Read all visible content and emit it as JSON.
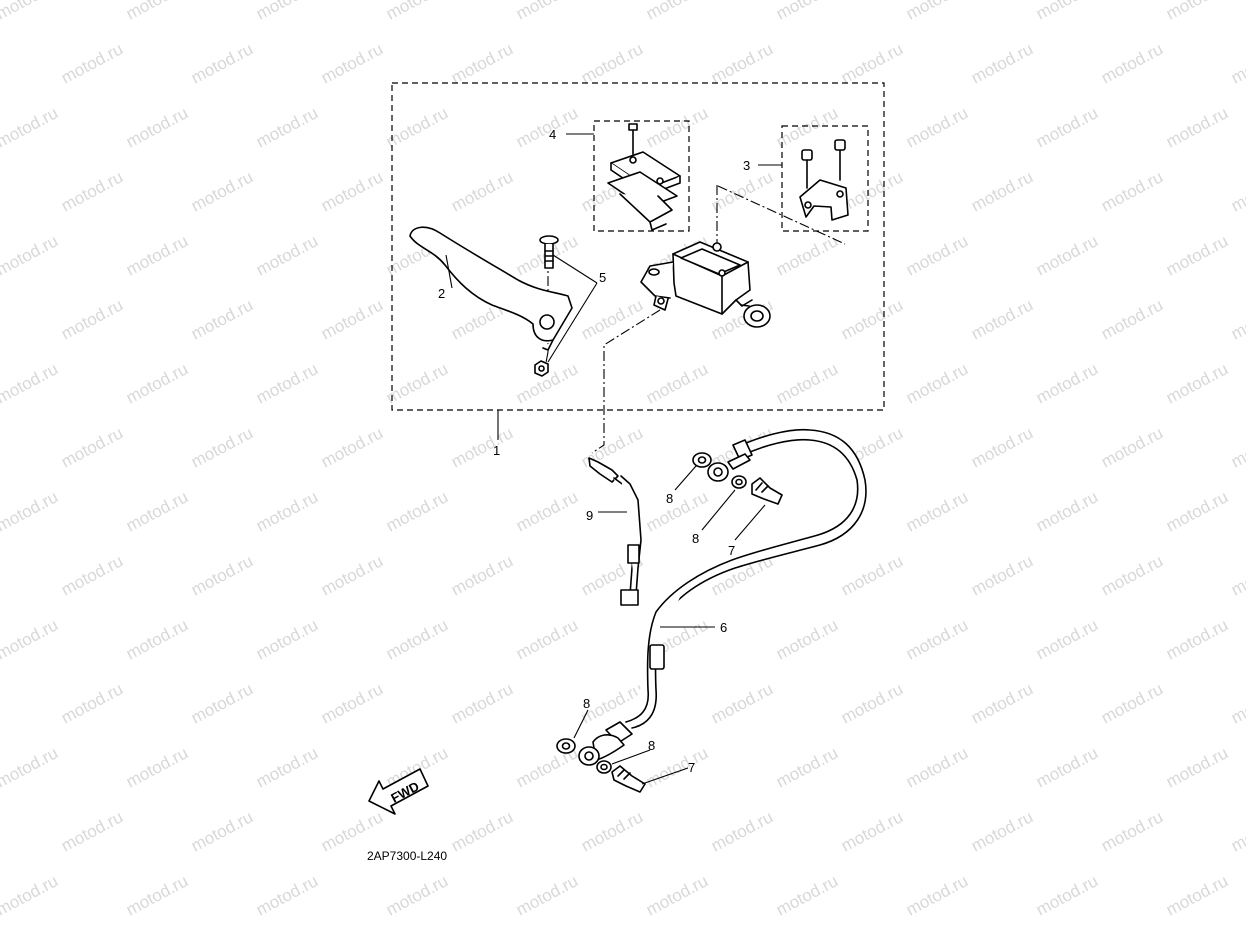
{
  "watermark": "motod.ru",
  "diagram_code": "2AP7300-L240",
  "direction_label": "FWD",
  "callouts": {
    "c1": "1",
    "c2": "2",
    "c3": "3",
    "c4": "4",
    "c5": "5",
    "c6": "6",
    "c7a": "7",
    "c7b": "7",
    "c8a": "8",
    "c8b": "8",
    "c8c": "8",
    "c8d": "8",
    "c9": "9"
  },
  "colors": {
    "line": "#000000",
    "background": "#ffffff",
    "watermark": "#d8d8d8"
  }
}
